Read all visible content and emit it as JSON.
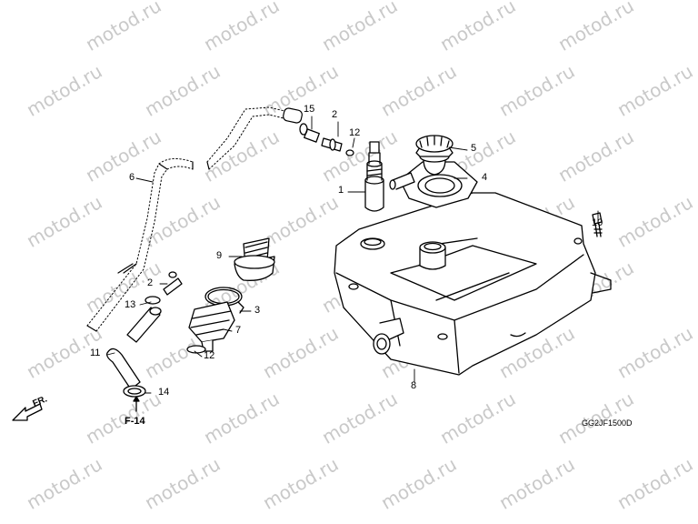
{
  "watermark": "motod.ru",
  "diagram_code": "GG2JF1500D",
  "front_marker": "FR.",
  "reference": "F-14",
  "callouts": {
    "c1": "1",
    "c2a": "2",
    "c2b": "2",
    "c3": "3",
    "c4": "4",
    "c5": "5",
    "c6": "6",
    "c7": "7",
    "c8": "8",
    "c9": "9",
    "c10": "10",
    "c11": "11",
    "c12a": "12",
    "c12b": "12",
    "c13": "13",
    "c14": "14",
    "c15": "15"
  }
}
